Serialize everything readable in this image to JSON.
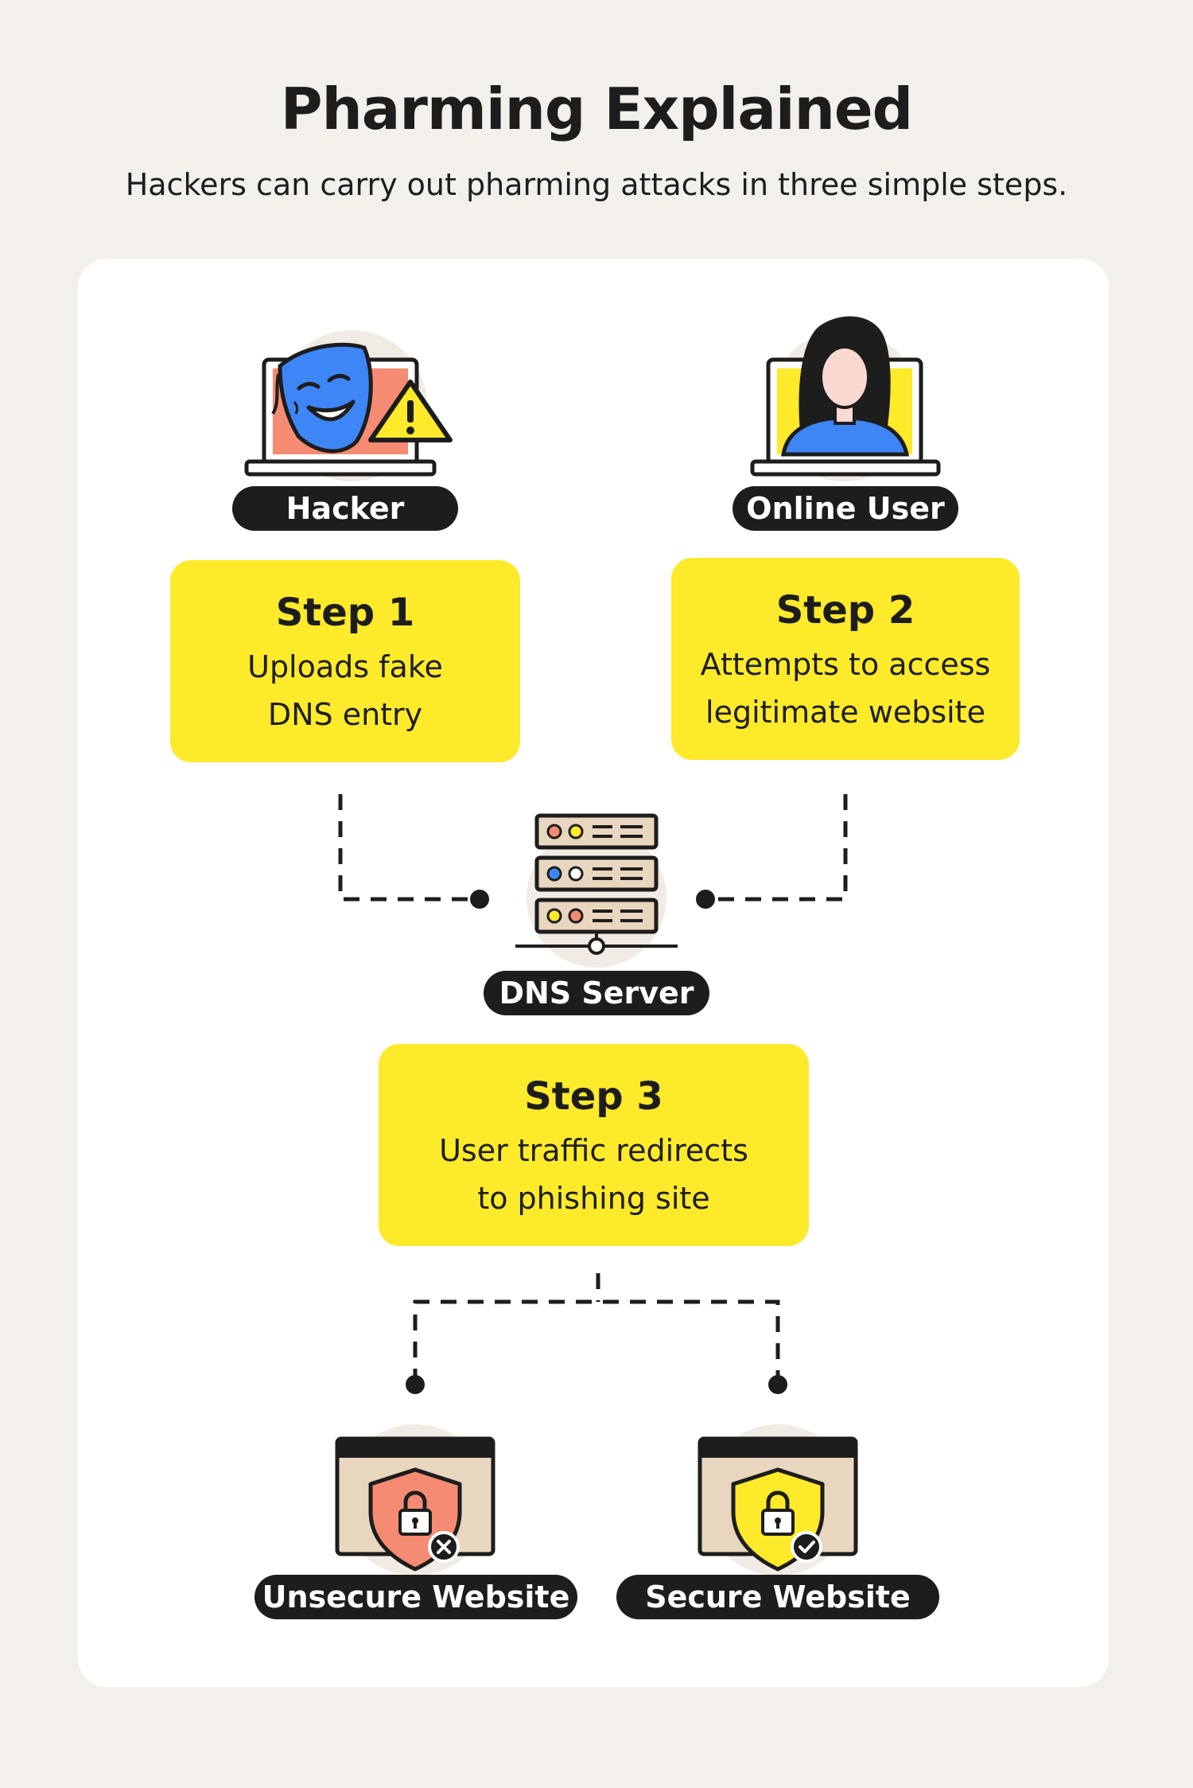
{
  "header": {
    "title": "Pharming Explained",
    "subtitle": "Hackers can carry out pharming attacks in three simple steps."
  },
  "actors": {
    "hacker": "Hacker",
    "user": "Online User",
    "dns": "DNS Server",
    "unsecure": "Unsecure Website",
    "secure": "Secure Website"
  },
  "steps": [
    {
      "title": "Step 1",
      "line1": "Uploads fake",
      "line2": "DNS entry"
    },
    {
      "title": "Step 2",
      "line1": "Attempts to access",
      "line2": "legitimate website"
    },
    {
      "title": "Step 3",
      "line1": "User traffic redirects",
      "line2": "to phishing site"
    }
  ],
  "colors": {
    "background": "#f3f0eb",
    "card": "#ffffff",
    "step_fill": "#fcea2b",
    "dark": "#1d1d1d",
    "salmon": "#f58b72",
    "blue": "#3e86f5",
    "beige": "#e9d6bf"
  }
}
